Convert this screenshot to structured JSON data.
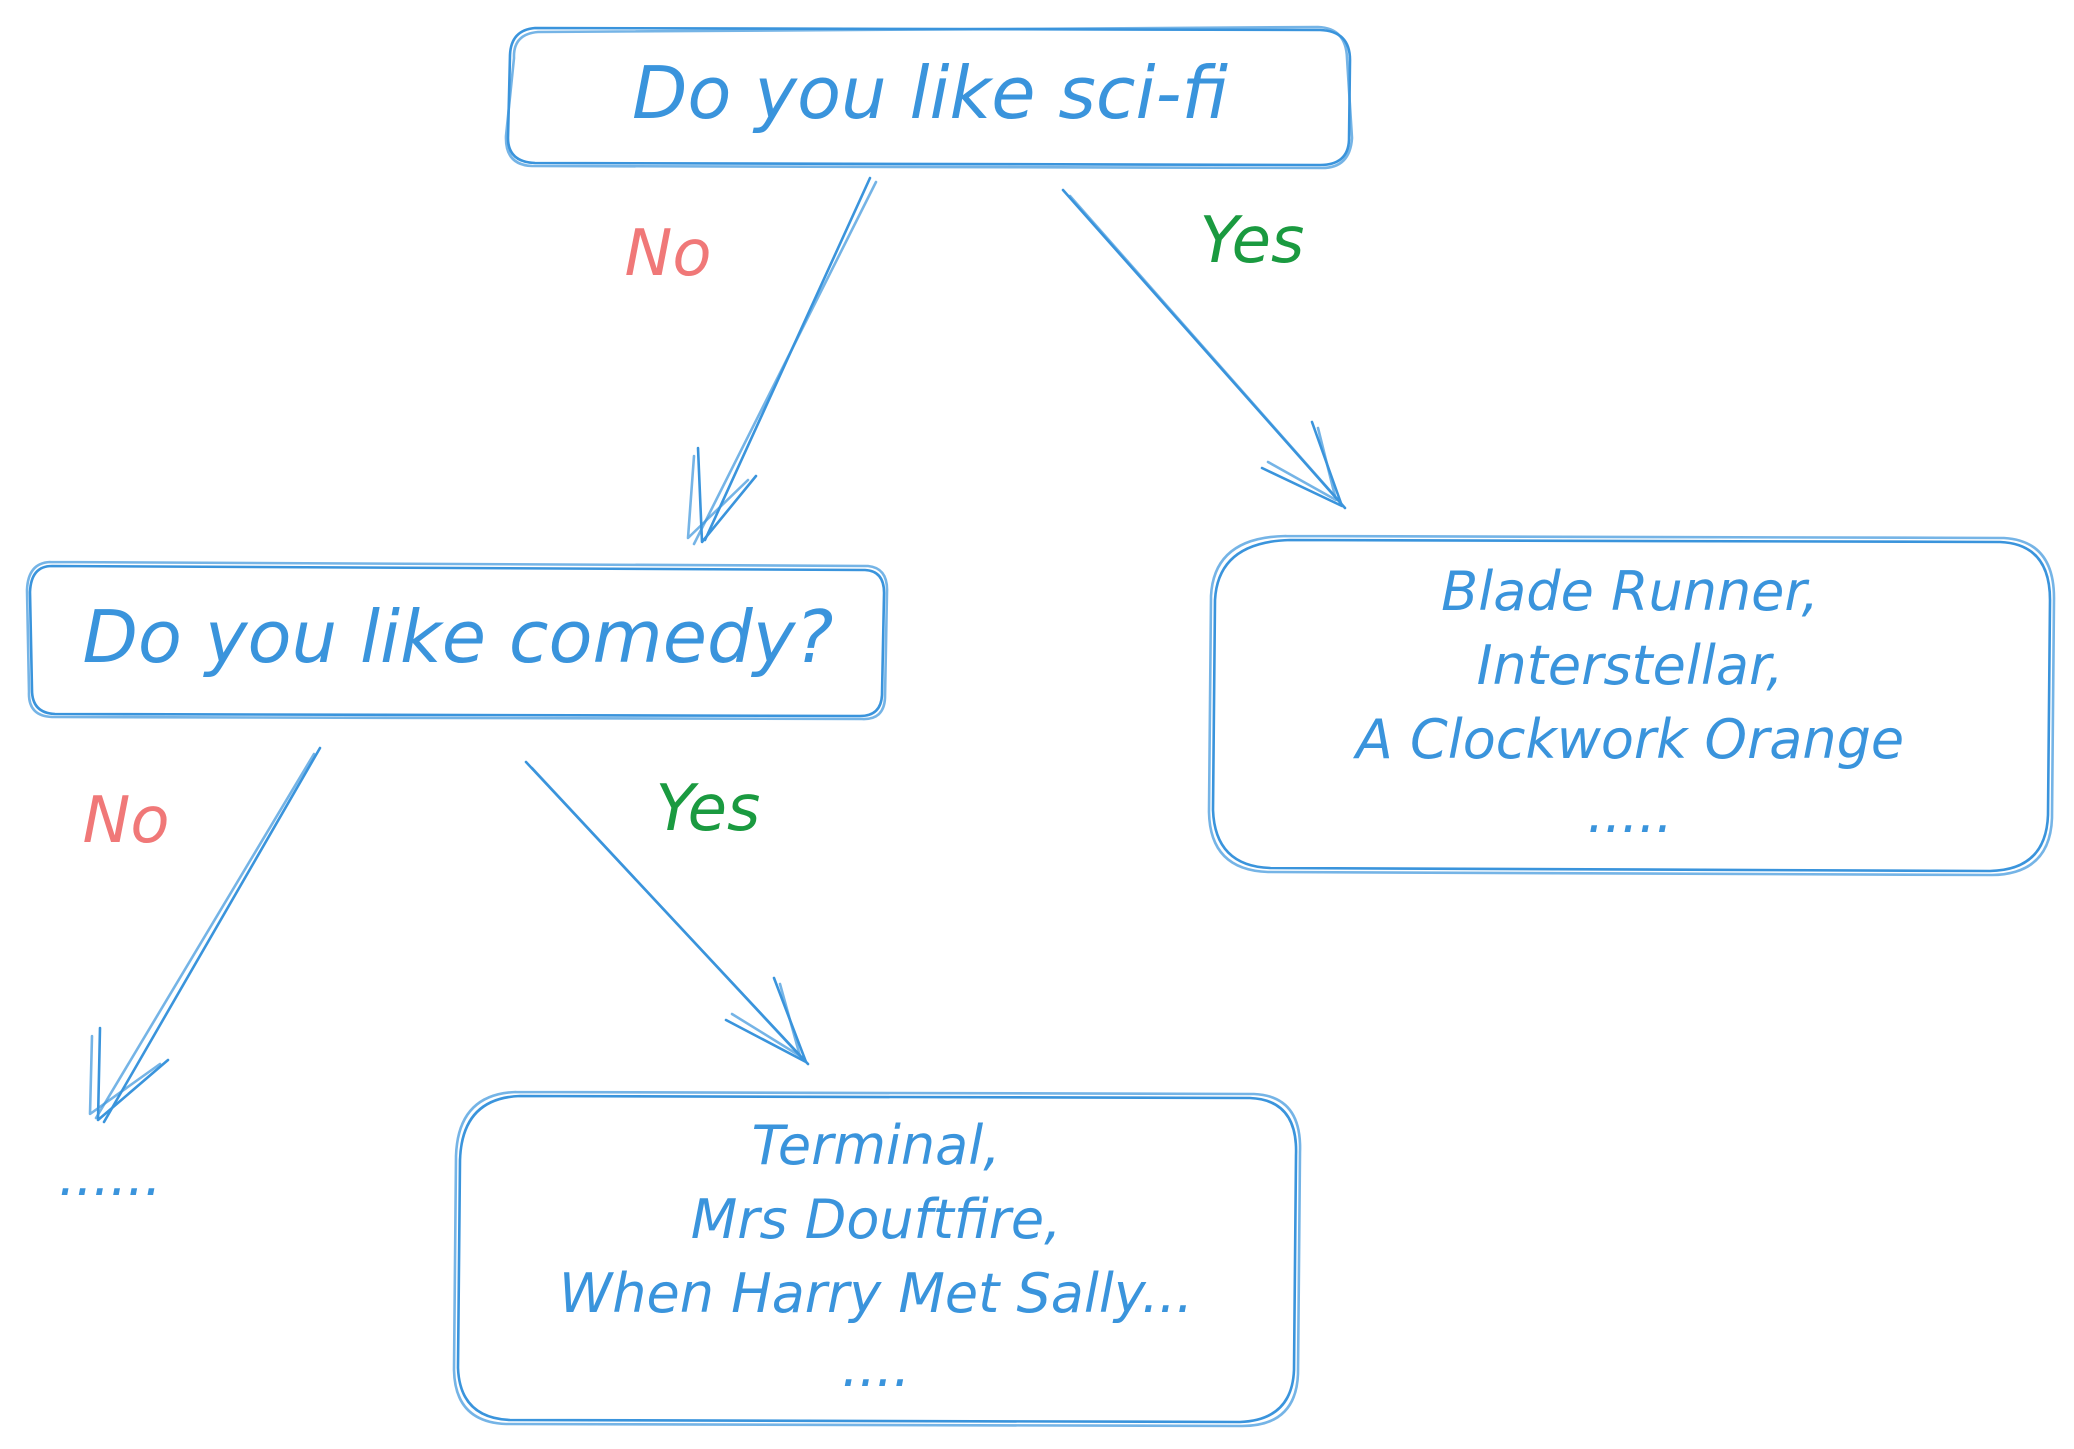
{
  "colors": {
    "stroke": "#3a94dc",
    "text": "#3a94dc",
    "no": "#f07878",
    "yes": "#1a9a40",
    "background": "#ffffff"
  },
  "nodes": {
    "scifi_question": "Do you like sci-fi",
    "comedy_question": "Do you like comedy?",
    "scifi_results": {
      "lines": [
        "Blade Runner,",
        "Interstellar,",
        "A Clockwork Orange",
        "....."
      ]
    },
    "comedy_results": {
      "lines": [
        "Terminal,",
        "Mrs Douftfire,",
        "When Harry Met Sally...",
        "...."
      ]
    },
    "no_comedy_results": "......"
  },
  "edges": {
    "scifi_no_label": "No",
    "scifi_yes_label": "Yes",
    "comedy_no_label": "No",
    "comedy_yes_label": "Yes"
  }
}
